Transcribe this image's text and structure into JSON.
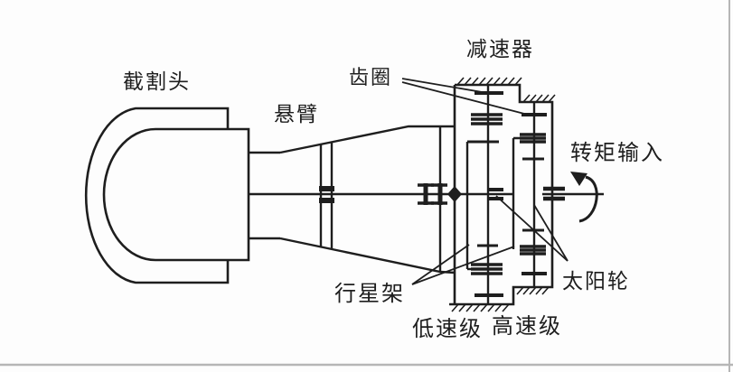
{
  "labels": {
    "cutting_head": "截割头",
    "boom": "悬臂",
    "reducer": "减速器",
    "ring_gear": "齿圈",
    "torque_input": "转矩输入",
    "planet_carrier": "行星架",
    "sun_gear": "太阳轮",
    "low_speed_stage": "低速级",
    "high_speed_stage": "高速级"
  },
  "colors": {
    "ink": "#1e1e1e",
    "background": "#fdfdfd",
    "page_line": "#b6b6b6"
  }
}
